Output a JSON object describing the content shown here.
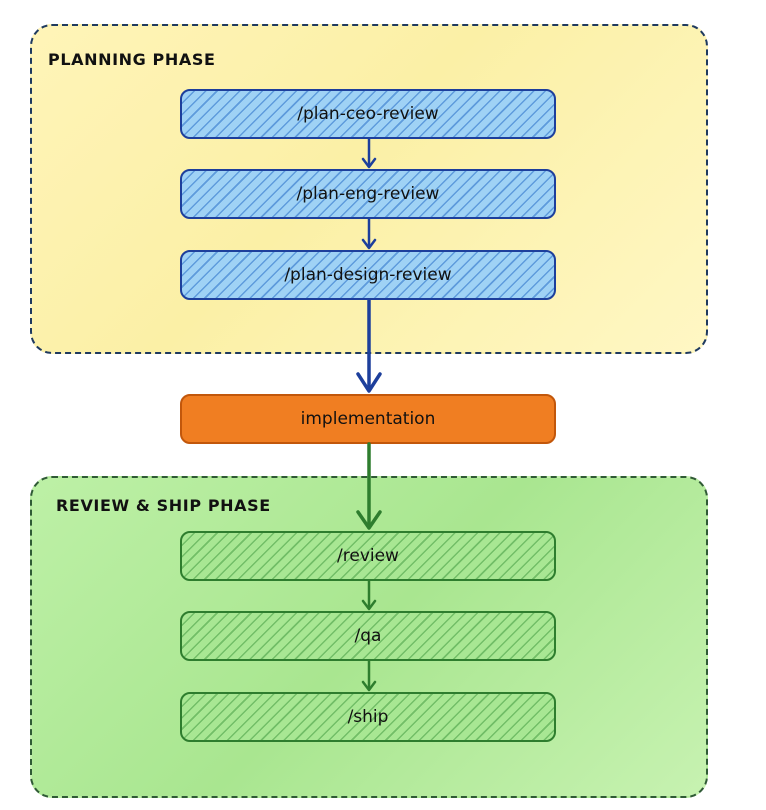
{
  "planning": {
    "title": "PLANNING PHASE",
    "steps": [
      "/plan-ceo-review",
      "/plan-eng-review",
      "/plan-design-review"
    ]
  },
  "implementation": {
    "label": "implementation"
  },
  "review": {
    "title": "REVIEW & SHIP PHASE",
    "steps": [
      "/review",
      "/qa",
      "/ship"
    ]
  },
  "colors": {
    "planning_fill": "#fbf0a6",
    "review_fill": "#a9e690",
    "blue_node": "#9fd2f5",
    "blue_stroke": "#1d3f9c",
    "green_node": "#a8e793",
    "green_stroke": "#2e7d2e",
    "orange_node": "#f07e22"
  }
}
